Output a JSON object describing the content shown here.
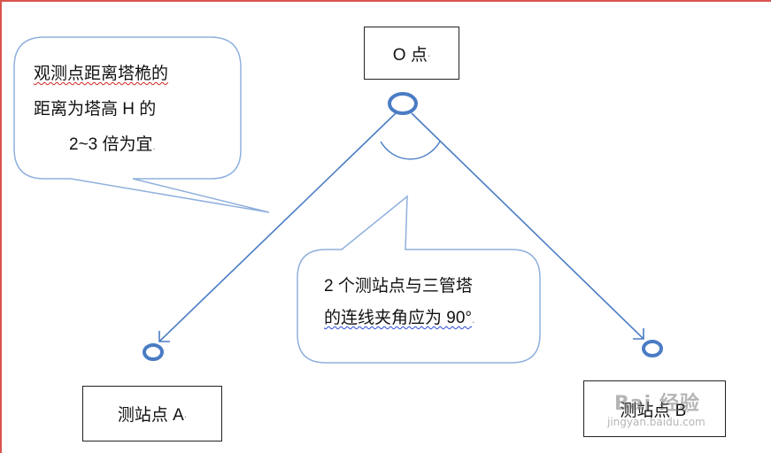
{
  "diagram": {
    "nodes": {
      "o_label": "O 点",
      "a_label": "测站点 A",
      "b_label": "测站点 B"
    },
    "callout1": {
      "lines": [
        "观测点距离塔桅的",
        "距离为塔高 H 的",
        "2~3 倍为宜"
      ]
    },
    "callout2": {
      "lines": [
        "2 个测站点与三管塔",
        "的连线夹角应为 90°"
      ]
    },
    "paragraph_mark": ".",
    "colors": {
      "line": "#4a7cc4",
      "callout_border": "#8fb0dd",
      "box_border": "#222222",
      "page_border": "#d9534f"
    }
  },
  "watermark": {
    "main": "Bai 经验",
    "sub": "jingyan.baidu.com"
  }
}
